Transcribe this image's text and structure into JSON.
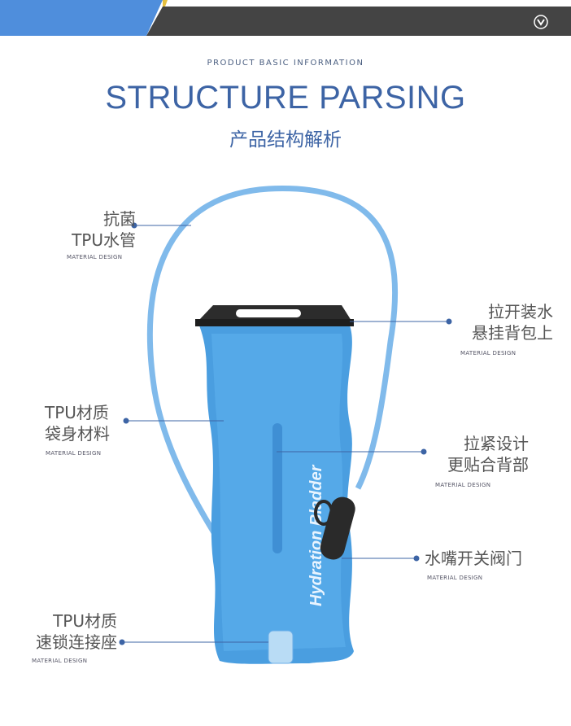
{
  "header": {
    "menu_icon": "chevron-down-circle-icon"
  },
  "intro": {
    "subtitle": "PRODUCT BASIC INFORMATION",
    "title": "STRUCTURE PARSING",
    "title_cn": "产品结构解析"
  },
  "product": {
    "brand_text": "Hydration Bladder"
  },
  "callouts": [
    {
      "line1": "抗菌",
      "line2": "TPU水管",
      "tag": "MATERIAL DESIGN"
    },
    {
      "line1": "拉开装水",
      "line2": "悬挂背包上",
      "tag": "MATERIAL DESIGN"
    },
    {
      "line1": "TPU材质",
      "line2": "袋身材料",
      "tag": "MATERIAL DESIGN"
    },
    {
      "line1": "拉紧设计",
      "line2": "更贴合背部",
      "tag": "MATERIAL DESIGN"
    },
    {
      "line1": "水嘴开关阀门",
      "tag": "MATERIAL DESIGN"
    },
    {
      "line1": "TPU材质",
      "line2": "速锁连接座",
      "tag": "MATERIAL DESIGN"
    }
  ],
  "colors": {
    "accent": "#3d64a5",
    "bar_blue": "#4f8edc",
    "bar_dark": "#444444",
    "bladder": "#4a9ee0"
  }
}
